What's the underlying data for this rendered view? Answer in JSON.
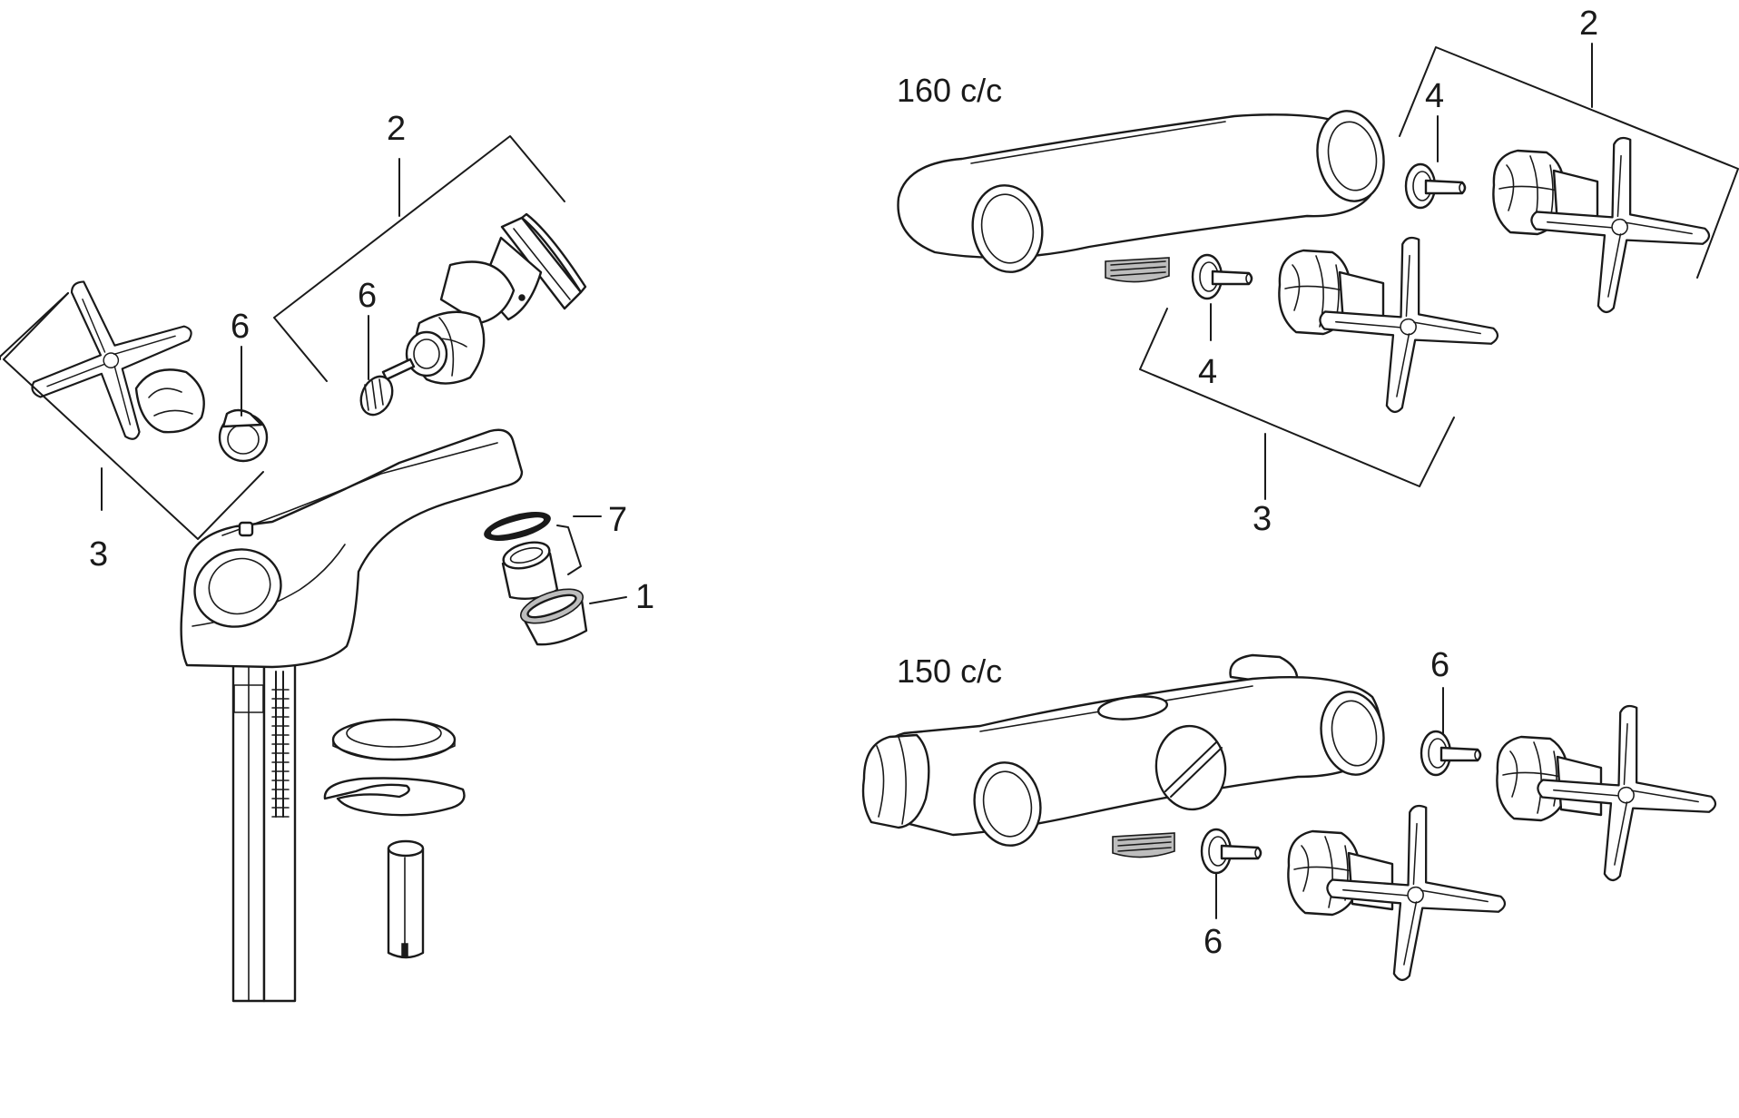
{
  "diagram": {
    "colors": {
      "line": "#1a1a1a",
      "background": "#ffffff",
      "thread": "#bdbdbd"
    },
    "labels": {
      "left_2": "2",
      "left_6_top": "6",
      "left_6_mid": "6",
      "left_3": "3",
      "left_7": "7",
      "left_1": "1",
      "tr_title": "160 c/c",
      "tr_2": "2",
      "tr_4_top": "4",
      "tr_4_bottom": "4",
      "tr_3": "3",
      "br_title": "150 c/c",
      "br_6_top": "6",
      "br_6_bottom": "6"
    }
  }
}
